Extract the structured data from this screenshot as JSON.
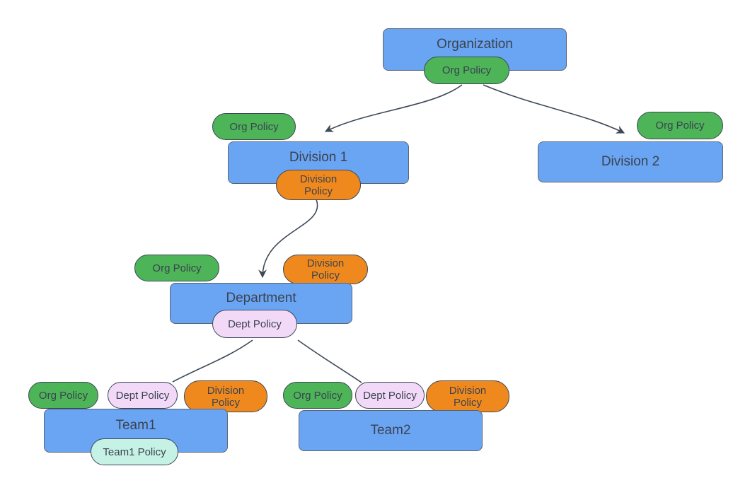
{
  "diagram": {
    "type": "hierarchy-policy-diagram",
    "nodes": [
      {
        "id": "organization",
        "label": "Organization"
      },
      {
        "id": "division-1",
        "label": "Division 1"
      },
      {
        "id": "division-2",
        "label": "Division 2"
      },
      {
        "id": "department",
        "label": "Department"
      },
      {
        "id": "team1",
        "label": "Team1"
      },
      {
        "id": "team2",
        "label": "Team2"
      }
    ],
    "badges": [
      {
        "attach": "organization",
        "position": "bottom",
        "type": "org",
        "label": "Org Policy"
      },
      {
        "attach": "division-1",
        "position": "top-left",
        "type": "org",
        "label": "Org Policy"
      },
      {
        "attach": "division-1",
        "position": "bottom",
        "type": "division",
        "label": "Division Policy"
      },
      {
        "attach": "division-2",
        "position": "top-right",
        "type": "org",
        "label": "Org Policy"
      },
      {
        "attach": "department",
        "position": "top-left",
        "type": "org",
        "label": "Org Policy"
      },
      {
        "attach": "department",
        "position": "top-right",
        "type": "division",
        "label": "Division Policy"
      },
      {
        "attach": "department",
        "position": "bottom",
        "type": "dept",
        "label": "Dept Policy"
      },
      {
        "attach": "team1",
        "position": "top-1",
        "type": "org",
        "label": "Org Policy"
      },
      {
        "attach": "team1",
        "position": "top-2",
        "type": "dept",
        "label": "Dept Policy"
      },
      {
        "attach": "team1",
        "position": "top-3",
        "type": "division",
        "label": "Division Policy"
      },
      {
        "attach": "team1",
        "position": "bottom",
        "type": "team1",
        "label": "Team1 Policy"
      },
      {
        "attach": "team2",
        "position": "top-1",
        "type": "org",
        "label": "Org Policy"
      },
      {
        "attach": "team2",
        "position": "top-2",
        "type": "dept",
        "label": "Dept Policy"
      },
      {
        "attach": "team2",
        "position": "top-3",
        "type": "division",
        "label": "Division Policy"
      }
    ],
    "edges": [
      {
        "from": "organization",
        "to": "division-1",
        "arrow": true
      },
      {
        "from": "organization",
        "to": "division-2",
        "arrow": true
      },
      {
        "from": "division-1",
        "to": "department",
        "arrow": true
      },
      {
        "from": "department",
        "to": "team1",
        "arrow": false
      },
      {
        "from": "department",
        "to": "team2",
        "arrow": false
      }
    ],
    "palette": {
      "node_fill": "#6AA5F4",
      "org_policy_fill": "#4DB457",
      "division_policy_fill": "#F0891D",
      "dept_policy_fill": "#F3D9F8",
      "team_policy_fill": "#C5F2E4",
      "stroke": "#3B4757",
      "connector": "#3E4957",
      "text": "#3B4350"
    }
  }
}
